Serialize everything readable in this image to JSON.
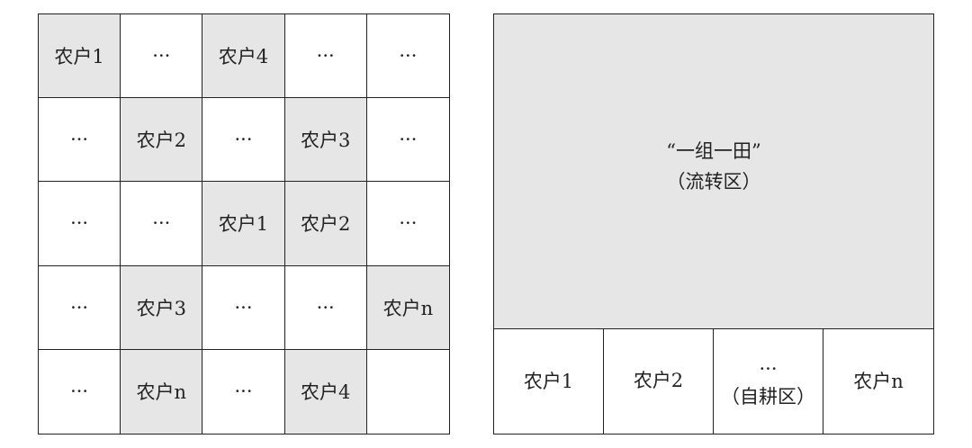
{
  "left_grid": {
    "rows": [
      [
        {
          "text": "农户1",
          "shaded": true
        },
        {
          "text": "···",
          "shaded": false
        },
        {
          "text": "农户4",
          "shaded": true
        },
        {
          "text": "···",
          "shaded": false
        },
        {
          "text": "···",
          "shaded": false
        }
      ],
      [
        {
          "text": "···",
          "shaded": false
        },
        {
          "text": "农户2",
          "shaded": true
        },
        {
          "text": "···",
          "shaded": false
        },
        {
          "text": "农户3",
          "shaded": true
        },
        {
          "text": "···",
          "shaded": false
        }
      ],
      [
        {
          "text": "···",
          "shaded": false
        },
        {
          "text": "···",
          "shaded": false
        },
        {
          "text": "农户1",
          "shaded": true
        },
        {
          "text": "农户2",
          "shaded": true
        },
        {
          "text": "···",
          "shaded": false
        }
      ],
      [
        {
          "text": "···",
          "shaded": false
        },
        {
          "text": "农户3",
          "shaded": true
        },
        {
          "text": "···",
          "shaded": false
        },
        {
          "text": "···",
          "shaded": false
        },
        {
          "text": "农户n",
          "shaded": true
        }
      ],
      [
        {
          "text": "···",
          "shaded": false
        },
        {
          "text": "农户n",
          "shaded": true
        },
        {
          "text": "···",
          "shaded": false
        },
        {
          "text": "农户4",
          "shaded": true
        },
        {
          "text": "",
          "shaded": false
        }
      ]
    ]
  },
  "right_panel": {
    "transfer_title": "“一组一田”",
    "transfer_subtitle": "（流转区）",
    "self_cells": [
      {
        "line1": "农户1",
        "line2": ""
      },
      {
        "line1": "农户2",
        "line2": ""
      },
      {
        "line1": "···",
        "line2": "（自耕区）"
      },
      {
        "line1": "农户n",
        "line2": ""
      }
    ]
  },
  "colors": {
    "shaded": "#e6e6e6",
    "border": "#222222"
  }
}
